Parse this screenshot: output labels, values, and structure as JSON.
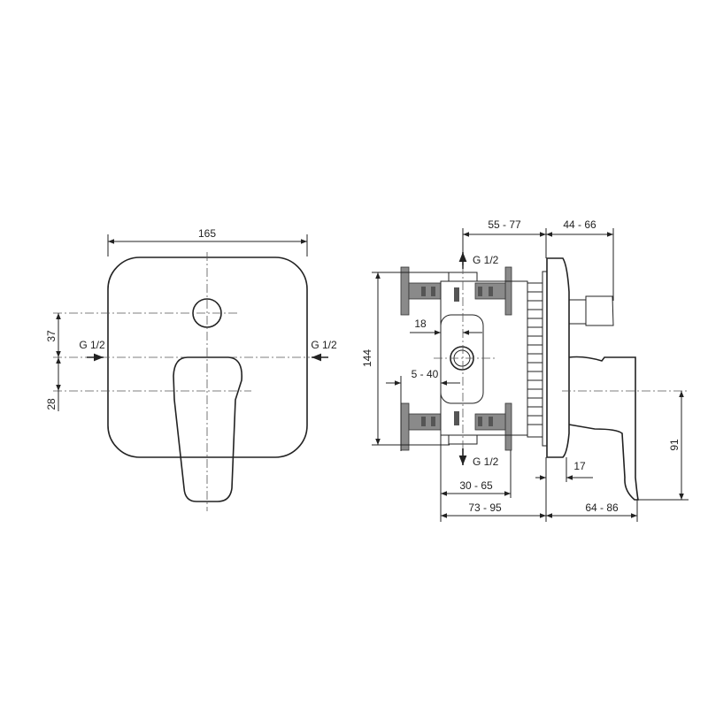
{
  "front_view": {
    "width_label": "165",
    "dim_upper": "37",
    "dim_lower": "28",
    "inlet_left": "G 1/2",
    "inlet_right": "G 1/2"
  },
  "side_view": {
    "dim_top_left": "55 - 77",
    "dim_top_right": "44 - 66",
    "outlet_top": "G 1/2",
    "outlet_bottom": "G 1/2",
    "dim_height": "144",
    "dim_18": "18",
    "dim_5_40": "5 - 40",
    "dim_17": "17",
    "dim_30_65": "30 - 65",
    "dim_73_95": "73 - 95",
    "dim_64_86": "64 - 86",
    "dim_91": "91"
  }
}
